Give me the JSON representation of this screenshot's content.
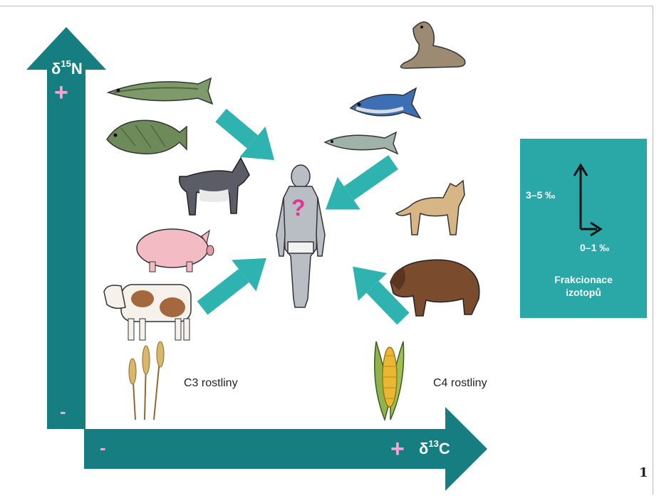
{
  "colors": {
    "teal": "#167d80",
    "teal_light": "#2fb3b1",
    "accent_pink": "#f4a6cf",
    "question_magenta": "#e0368f"
  },
  "y_axis": {
    "symbol": "δ",
    "superscript": "15",
    "element": "N",
    "plus": "+",
    "minus": "-"
  },
  "x_axis": {
    "symbol": "δ",
    "superscript": "13",
    "element": "C",
    "plus": "+",
    "minus": "-"
  },
  "plants": {
    "c3_label": "C3 rostliny",
    "c4_label": "C4 rostliny"
  },
  "human": {
    "question_mark": "?"
  },
  "fractionation_box": {
    "vertical_value": "3–5 ‰",
    "horizontal_value": "0–1 ‰",
    "title_line1": "Frakcionace",
    "title_line2": "izotopů"
  },
  "figure_number": "1",
  "icons": [
    "pike-icon",
    "carp-icon",
    "husky-icon",
    "pig-icon",
    "cow-icon",
    "wheat-icon",
    "sea-lion-icon",
    "tuna-icon",
    "herring-icon",
    "cat-icon",
    "bison-icon",
    "corn-icon",
    "human-icon"
  ]
}
